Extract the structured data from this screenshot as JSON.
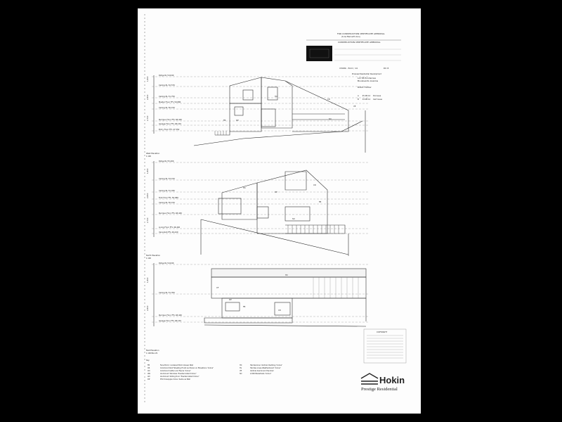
{
  "stamp": {
    "approval_line1": "FOR CONSTRUCTION CERTIFICATE APPROVAL",
    "approval_line2": "(to be filled with docs)",
    "title": "CONSTRUCTION CERTIFICATE APPROVAL"
  },
  "title_block": {
    "job": "15099 - 50.0 / 14",
    "sheet": "DC 8",
    "project_label": "Proposed Residential Development",
    "address_line1": "Lot 58 Ponderosa",
    "address_line2": "Boulevards Lisarow",
    "client": "Robin Hunter",
    "revisions": [
      {
        "rev": "A",
        "date": "25.08.14",
        "desc": "DA Issue"
      },
      {
        "rev": "B",
        "date": "14.08.14",
        "desc": "Cert Issue"
      }
    ]
  },
  "elevations": [
    {
      "name": "",
      "levels": [
        "Ridge RL 54.640",
        "Ceiling RL 52.570",
        "Ceiling RL 51.750",
        "Master Floor FFL 50.680",
        "Ceiling RL 50.150",
        "Rumpus Floor FFL 48.440",
        "Garage Floor FFL 48.150",
        "Entry Floor FFL 47.550"
      ],
      "dims": [
        "1,800",
        "2,600",
        "2,700"
      ],
      "tags": [
        "HC",
        "DP",
        "FB",
        "CD",
        "VE",
        "SO"
      ]
    },
    {
      "name": "West Elevation",
      "scale": "1:100",
      "levels": [
        "Ridge RL 55.400",
        "Ceiling RL 53.150",
        "Ceiling RL 51.030",
        "First Floor FFL 50.680",
        "Ceiling RL 50.150",
        "Rumpus Floor FFL 48.440",
        "Living Floor FFL 46.440",
        "Verandah FFL 46.440"
      ],
      "dims": [
        "1,800",
        "2,600",
        "2,700"
      ],
      "tags": [
        "HC",
        "DP",
        "CD",
        "FB",
        "SO"
      ]
    },
    {
      "name": "North Elevation",
      "scale": "1:100",
      "levels": [
        "Ridge RL 54.640",
        "Ceiling RL 51.350",
        "Rumpus Floor FFL 48.440",
        "Garage Floor FFL 48.150"
      ],
      "dims": [
        "1,800",
        "2,600"
      ],
      "tags": [
        "HC",
        "CF",
        "FB",
        "CD",
        "DP"
      ]
    }
  ],
  "bottom_elevation_label": "East Elevation",
  "bottom_elevation_scale": "1:100  BAL 29",
  "legend": {
    "heading": "Key",
    "left": [
      {
        "code": "FB",
        "desc": "Face Brick / rendered Brick Veneer Wall"
      },
      {
        "code": "CR",
        "desc": "Colorbond Roof Sheeting Finish as Shown on Elevations 'Colour'"
      },
      {
        "code": "CD",
        "desc": "Colorbond Gutter and Fascia 'Colour'"
      },
      {
        "code": "AW",
        "desc": "Aluminium Windows 'Powdercoated Colour'"
      },
      {
        "code": "AD",
        "desc": "Aluminium Sliding Door 'Powdercoated Colour'"
      },
      {
        "code": "DP",
        "desc": "PVC Downpipe Colour Same as Wall"
      }
    ],
    "right": [
      {
        "code": "HC",
        "desc": "Hardiecolour Vertical Cladding 'Colour'"
      },
      {
        "code": "HL",
        "desc": "Hardies Linea Weatherboard 'Colour'"
      },
      {
        "code": "VE",
        "desc": "Vertical Aluminium Handrail"
      },
      {
        "code": "SO",
        "desc": "2,000 Balustrade 'Colour'"
      }
    ]
  },
  "copyright_note": "COPYRIGHT",
  "logo": {
    "name": "Hokin",
    "tagline": "Prestige Residential"
  }
}
